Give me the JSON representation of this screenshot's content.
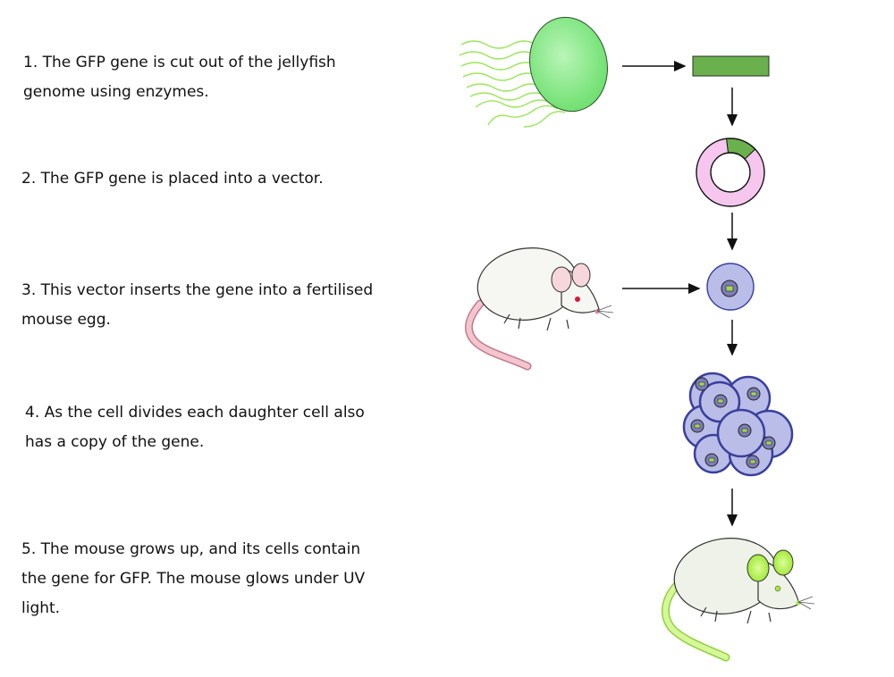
{
  "steps": [
    {
      "line1": "1. The GFP gene is cut out of the jellyfish",
      "line2": "genome using enzymes."
    },
    {
      "line1": "2. The GFP gene is placed into a vector."
    },
    {
      "line1": "3. This vector inserts the gene into a fertilised",
      "line2": "mouse egg."
    },
    {
      "line1": "4. As the cell divides each daughter cell also",
      "line2": "has a copy of the gene."
    },
    {
      "line1": "5. The mouse grows up, and its cells contain",
      "line2": "the gene for GFP. The mouse glows under UV",
      "line3": "light."
    }
  ],
  "colors": {
    "jellyfish_bell": "#86ec86",
    "gene": "#6ab04c",
    "plasmid": "#f6c6ee",
    "cell": "#b9bde8",
    "cell_outline": "#3a3f9c",
    "nucleus": "#7e7db8",
    "gfp_glow": "#b6f04a"
  },
  "icons": [
    "jellyfish-icon",
    "gfp-gene-icon",
    "plasmid-vector-icon",
    "white-mouse-icon",
    "fertilised-egg-icon",
    "cell-cluster-icon",
    "glowing-mouse-icon"
  ]
}
